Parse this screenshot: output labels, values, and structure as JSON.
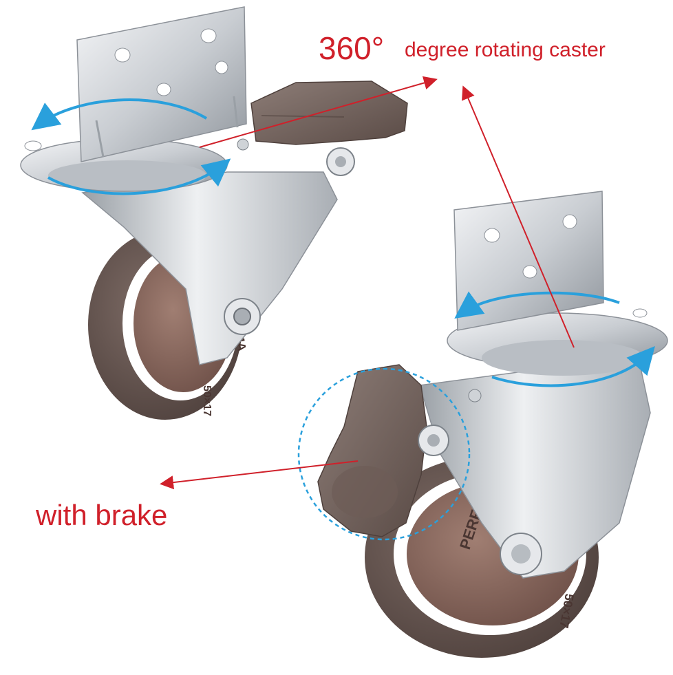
{
  "labels": {
    "rotation_degrees": "360°",
    "rotation_text": "degree rotating caster",
    "brake_text": "with brake"
  },
  "wheel_marking": {
    "brand": "PERFORMA",
    "size": "50×17"
  },
  "colors": {
    "label_red": "#d0202a",
    "arrow_blue": "#2aa0dc",
    "wheel_rubber": "#6b5a55",
    "wheel_hub": "#8a6a60",
    "wheel_rim": "#ffffff",
    "brake_pedal": "#7a6a64",
    "steel": "#d6d9dd"
  },
  "icons": [
    "rotation-arrow-icon",
    "callout-arrow-icon",
    "dashed-highlight-circle"
  ]
}
